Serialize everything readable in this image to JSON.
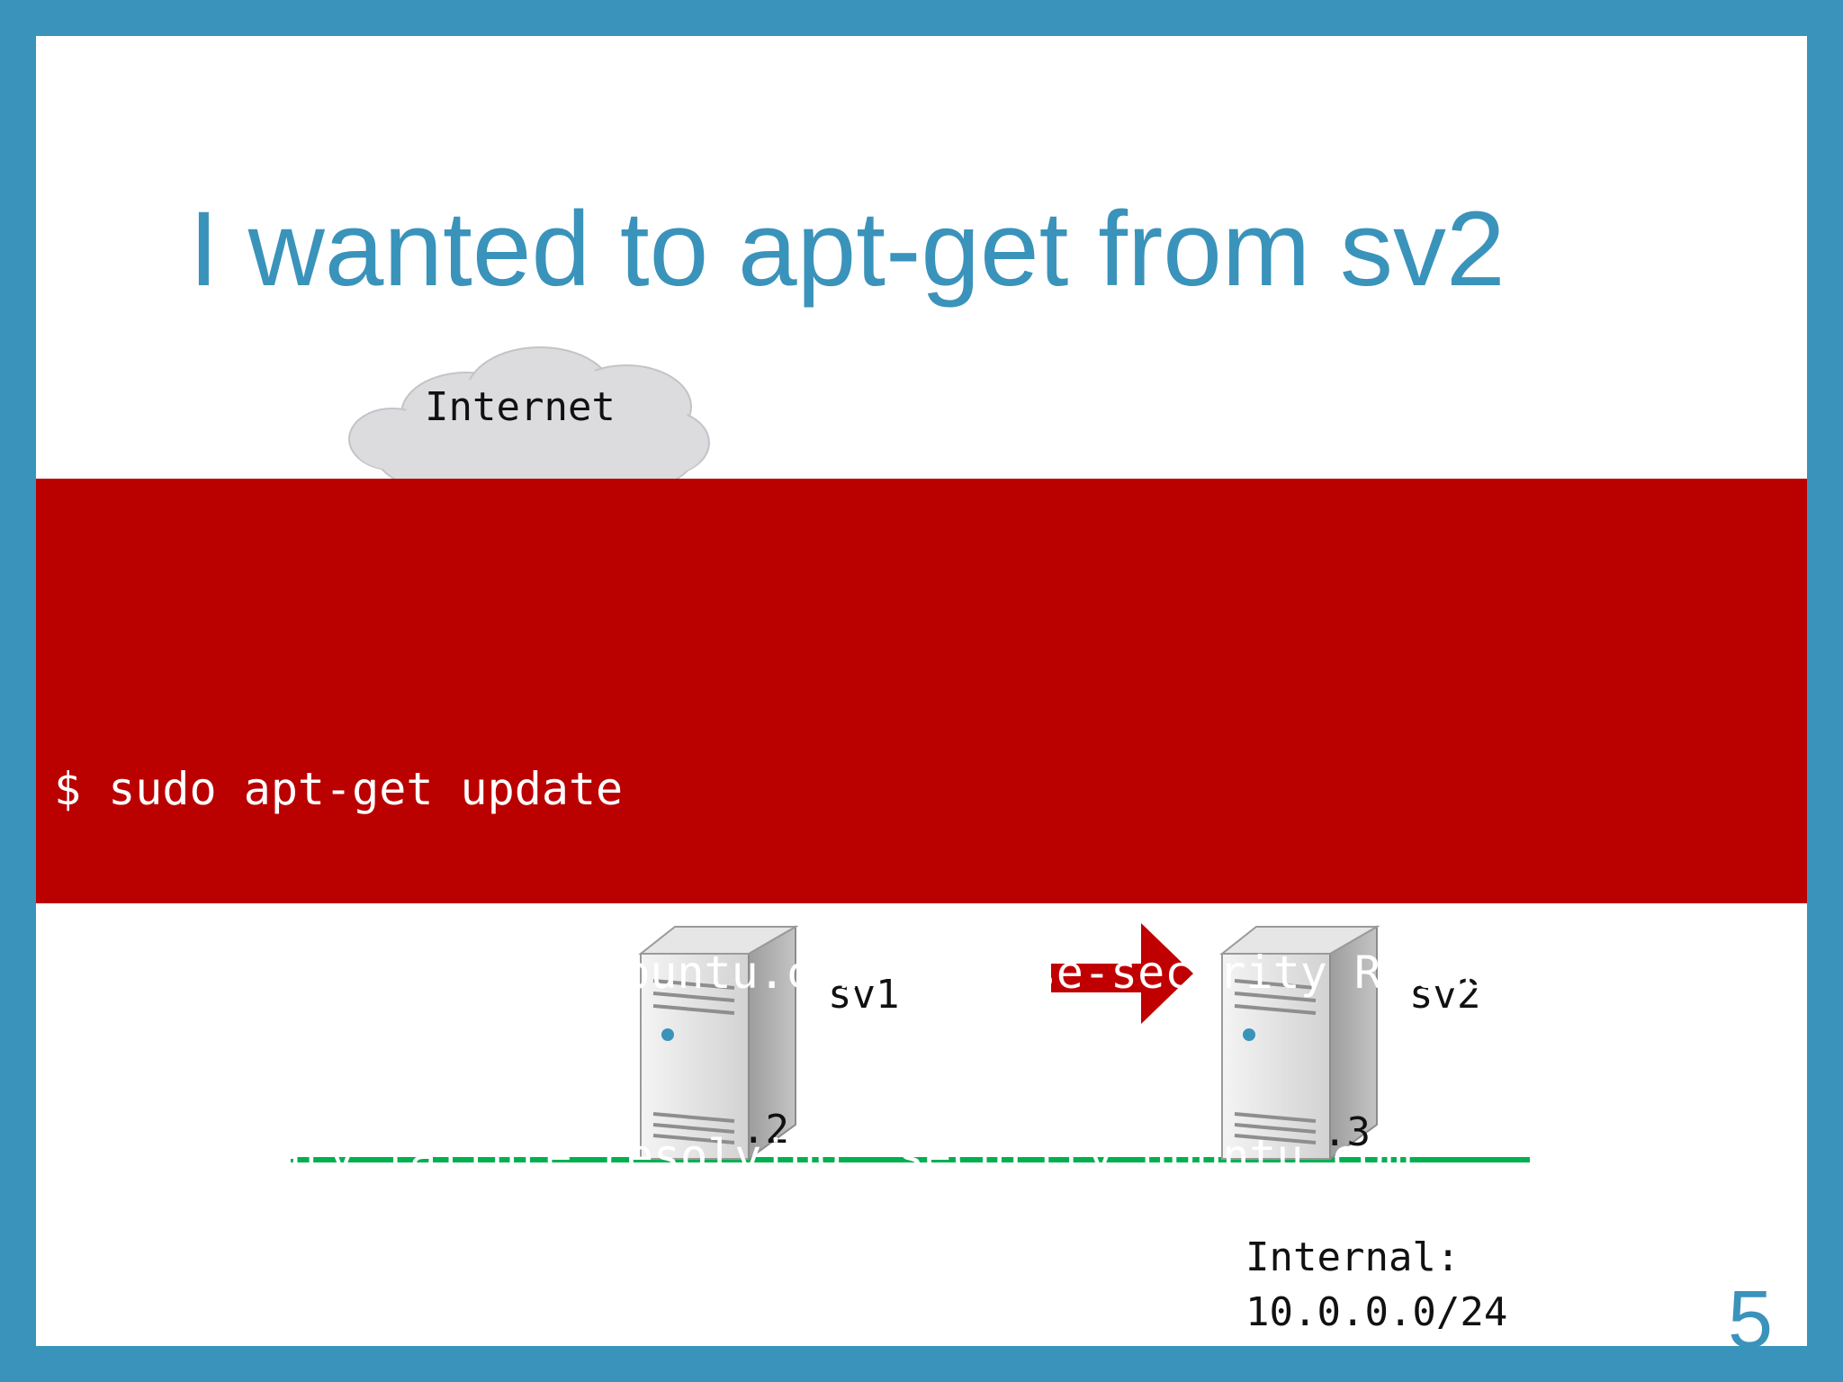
{
  "slide": {
    "title": "I wanted to apt-get from sv2",
    "page_number": "5"
  },
  "diagram": {
    "cloud_label": "Internet",
    "servers": [
      {
        "name": "sv1",
        "address": ".2"
      },
      {
        "name": "sv2",
        "address": ".3"
      }
    ],
    "network": {
      "label_line1": "Internal:",
      "label_line2": "10.0.0.0/24"
    }
  },
  "terminal": {
    "lines": [
      "$ sudo apt-get update",
      "Err http://security.ubuntu.com precise-security Release.gpg",
      "Temporary failure resolving 'security.ubuntu.com'"
    ]
  },
  "colors": {
    "border": "#3a93ba",
    "title": "#3a93ba",
    "banner": "#bb0000",
    "network_line": "#00b050",
    "arrow": "#c00000"
  }
}
